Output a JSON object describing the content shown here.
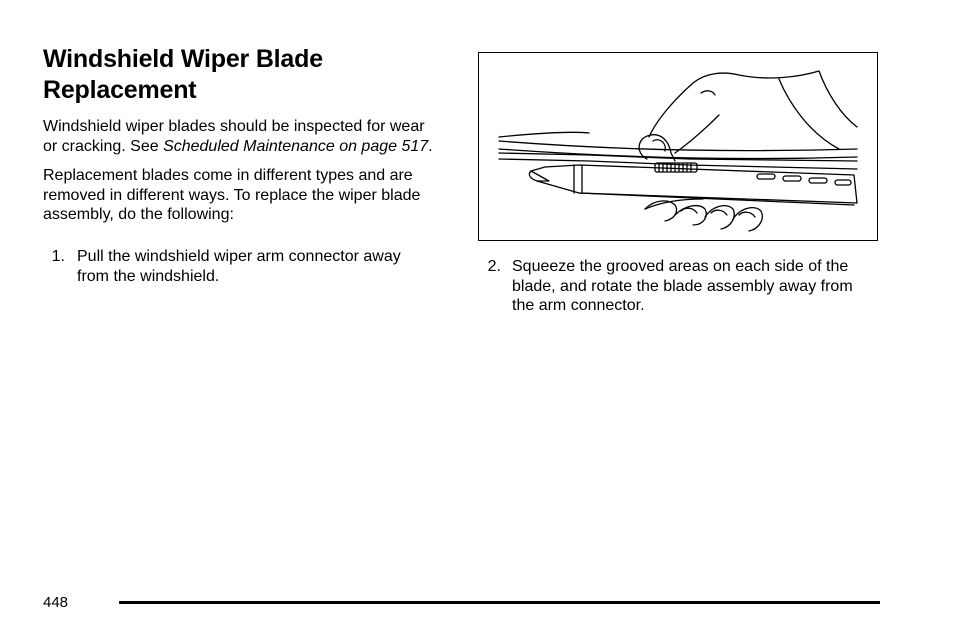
{
  "heading": {
    "line1": "Windshield Wiper Blade",
    "line2": "Replacement"
  },
  "intro": {
    "text_a": "Windshield wiper blades should be inspected for wear or cracking. See ",
    "link": "Scheduled Maintenance on page 517",
    "text_b": "."
  },
  "para2": "Replacement blades come in different types and are removed in different ways. To replace the wiper blade assembly, do the following:",
  "steps": [
    {
      "num": "1.",
      "text": "Pull the windshield wiper arm connector away from the windshield."
    },
    {
      "num": "2.",
      "text": "Squeeze the grooved areas on each side of the blade, and rotate the blade assembly away from the arm connector."
    }
  ],
  "footer": {
    "page_number": "448"
  }
}
